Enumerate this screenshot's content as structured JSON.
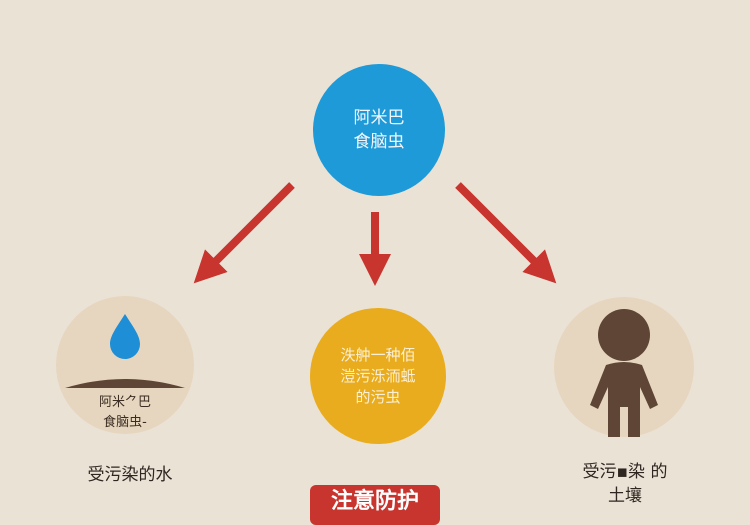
{
  "center_node": {
    "line1": "阿米巴",
    "line2": "食脑虫"
  },
  "left_node": {
    "icon": "water-drop-icon",
    "line1": "阿米⺈巴",
    "line2": "食脑虫-",
    "caption": "受污染的水"
  },
  "middle_node": {
    "line1": "泆舯一种佰",
    "line2": "溰污泺洏蚳",
    "line3": "的污虫"
  },
  "right_node": {
    "icon": "person-icon",
    "caption_line1": "受污▪染 的",
    "caption_line2": "土壤"
  },
  "warning_label": "注意防护",
  "colors": {
    "background": "#ebe2d6",
    "center": "#1e9ad9",
    "middle": "#e9ac1e",
    "side": "#e6d6bf",
    "arrow": "#c8342e",
    "icon_brown": "#5e4536"
  }
}
